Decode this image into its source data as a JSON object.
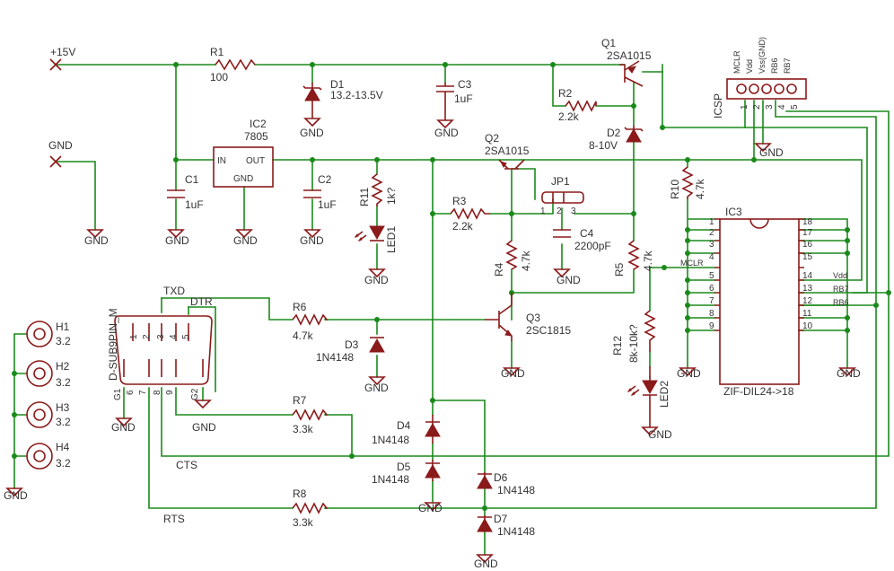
{
  "supply": {
    "vin": "+15V",
    "gnd_in": "GND"
  },
  "gnd_label": "GND",
  "components": {
    "R1": {
      "ref": "R1",
      "value": "100"
    },
    "D1": {
      "ref": "D1",
      "value": "13.2-13.5V"
    },
    "C3": {
      "ref": "C3",
      "value": "1uF"
    },
    "Q1": {
      "ref": "Q1",
      "value": "2SA1015"
    },
    "R2": {
      "ref": "R2",
      "value": "2.2k"
    },
    "D2": {
      "ref": "D2",
      "value": "8-10V"
    },
    "IC2": {
      "ref": "IC2",
      "value": "7805",
      "pin_in": "IN",
      "pin_out": "OUT",
      "pin_gnd": "GND"
    },
    "C1": {
      "ref": "C1",
      "value": "1uF"
    },
    "C2": {
      "ref": "C2",
      "value": "1uF"
    },
    "R11": {
      "ref": "R11",
      "value": "1k?"
    },
    "LED1": {
      "ref": "LED1"
    },
    "Q2": {
      "ref": "Q2",
      "value": "2SA1015"
    },
    "R3": {
      "ref": "R3",
      "value": "2.2k"
    },
    "JP1": {
      "ref": "JP1",
      "pin1": "1",
      "pin2": "2",
      "pin3": "3"
    },
    "C4": {
      "ref": "C4",
      "value": "2200pF"
    },
    "R4": {
      "ref": "R4",
      "value": "4.7k"
    },
    "R5": {
      "ref": "R5",
      "value": "4.7k"
    },
    "R6": {
      "ref": "R6",
      "value": "4.7k"
    },
    "D3": {
      "ref": "D3",
      "value": "1N4148"
    },
    "Q3": {
      "ref": "Q3",
      "value": "2SC1815"
    },
    "R7": {
      "ref": "R7",
      "value": "3.3k"
    },
    "D4": {
      "ref": "D4",
      "value": "1N4148"
    },
    "D5": {
      "ref": "D5",
      "value": "1N4148"
    },
    "D6": {
      "ref": "D6",
      "value": "1N4148"
    },
    "D7": {
      "ref": "D7",
      "value": "1N4148"
    },
    "R8": {
      "ref": "R8",
      "value": "3.3k"
    },
    "R10": {
      "ref": "R10",
      "value": "4.7k"
    },
    "R12": {
      "ref": "R12",
      "value": "8k-10k?"
    },
    "LED2": {
      "ref": "LED2"
    },
    "IC3": {
      "ref": "IC3",
      "value": "ZIF-DIL24->18"
    },
    "X1": {
      "ref": "D-SUB9PIN_M",
      "g1": "G1",
      "g2": "G2"
    },
    "ICSP": {
      "ref": "ICSP"
    }
  },
  "icsp_pins": [
    "MCLR",
    "Vdd",
    "Vss(GND)",
    "RB6",
    "RB7"
  ],
  "icsp_nums": [
    "1",
    "2",
    "3",
    "4",
    "5"
  ],
  "dsub_top_pins": [
    "1",
    "2",
    "3",
    "4",
    "5"
  ],
  "dsub_bottom_pins": [
    "6",
    "7",
    "8",
    "9"
  ],
  "ic3_left_pins": [
    "1",
    "2",
    "3",
    "4",
    "5",
    "6",
    "7",
    "8",
    "9"
  ],
  "ic3_right_pins": [
    "18",
    "17",
    "16",
    "15",
    "14",
    "13",
    "12",
    "11",
    "10"
  ],
  "ic3_signals": {
    "mclr": "MCLR",
    "vdd": "Vdd",
    "rb7": "RB7",
    "rb6": "RB6"
  },
  "nets": {
    "txd": "TXD",
    "dtr": "DTR",
    "cts": "CTS",
    "rts": "RTS"
  },
  "holes": [
    {
      "ref": "H1",
      "value": "3.2"
    },
    {
      "ref": "H2",
      "value": "3.2"
    },
    {
      "ref": "H3",
      "value": "3.2"
    },
    {
      "ref": "H4",
      "value": "3.2"
    }
  ]
}
